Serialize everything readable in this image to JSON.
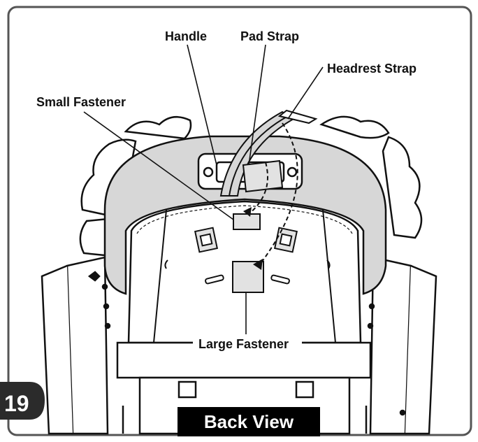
{
  "step": {
    "number": "19"
  },
  "banner": {
    "text": "Back View"
  },
  "labels": {
    "handle": "Handle",
    "pad_strap": "Pad Strap",
    "headrest_strap": "Headrest Strap",
    "small_fastener": "Small Fastener",
    "large_fastener": "Large Fastener"
  },
  "colors": {
    "outline": "#111111",
    "headrest_fill": "#d7d7d7",
    "fastener_fill": "#e2e2e2",
    "step_badge": "#2b2b2b",
    "banner_bg": "#000000"
  }
}
